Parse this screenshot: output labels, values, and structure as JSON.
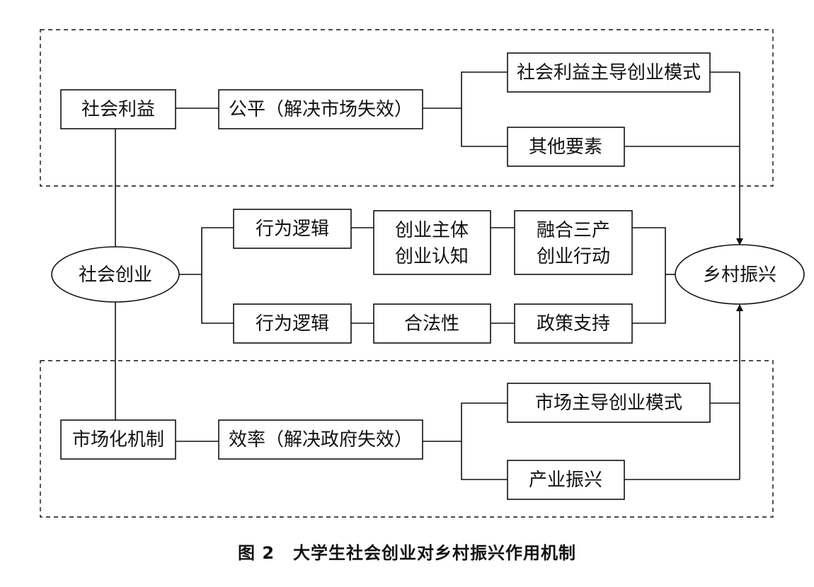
{
  "nodes": {
    "shehui_liyi": "社会利益",
    "gongping": "公平（解决市场失效）",
    "mode_shehui": "社会利益主导创业模式",
    "qita_yaosu": "其他要素",
    "shehui_chuangye": "社会创业",
    "xingwei_luoji_1": "行为逻辑",
    "chuangye_zhuti": [
      "创业主体",
      "创业认知"
    ],
    "ronghe_sanchan": [
      "融合三产",
      "创业行动"
    ],
    "xingwei_luoji_2": "行为逻辑",
    "hefaxing": "合法性",
    "zhengce_zhichi": "政策支持",
    "xiangcun_zhenxing": "乡村振兴",
    "shichanghua": "市场化机制",
    "xiaolv": "效率（解决政府失效）",
    "mode_shichang": "市场主导创业模式",
    "chanye_zhenxing": "产业振兴"
  },
  "caption": {
    "figure_no": "图 2",
    "title": "大学生社会创业对乡村振兴作用机制"
  }
}
